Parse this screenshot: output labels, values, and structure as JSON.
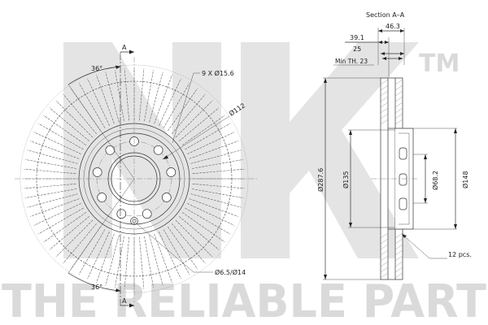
{
  "watermark": {
    "logo_letters": "NK",
    "trademark": "TM",
    "slogan": "THE RELIABLE PART"
  },
  "drawing": {
    "section_title": "Section A–A",
    "section_mark_top": "A",
    "section_mark_bottom": "A",
    "angle_top": "36°",
    "angle_bottom": "36°",
    "holes_label": "9 X Ø15.6",
    "pcd_label": "Ø112",
    "small_hole_label": "Ø6.5/Ø14",
    "outer_diameter": "Ø287.6",
    "hat_diameter": "Ø135",
    "bore_diameter": "Ø68.2",
    "hat_outer_diameter": "Ø148",
    "overall_height": "46.3",
    "offset": "39.1",
    "thickness": "25",
    "min_thickness": "Min TH. 23",
    "vanes_label": "12 pcs."
  }
}
